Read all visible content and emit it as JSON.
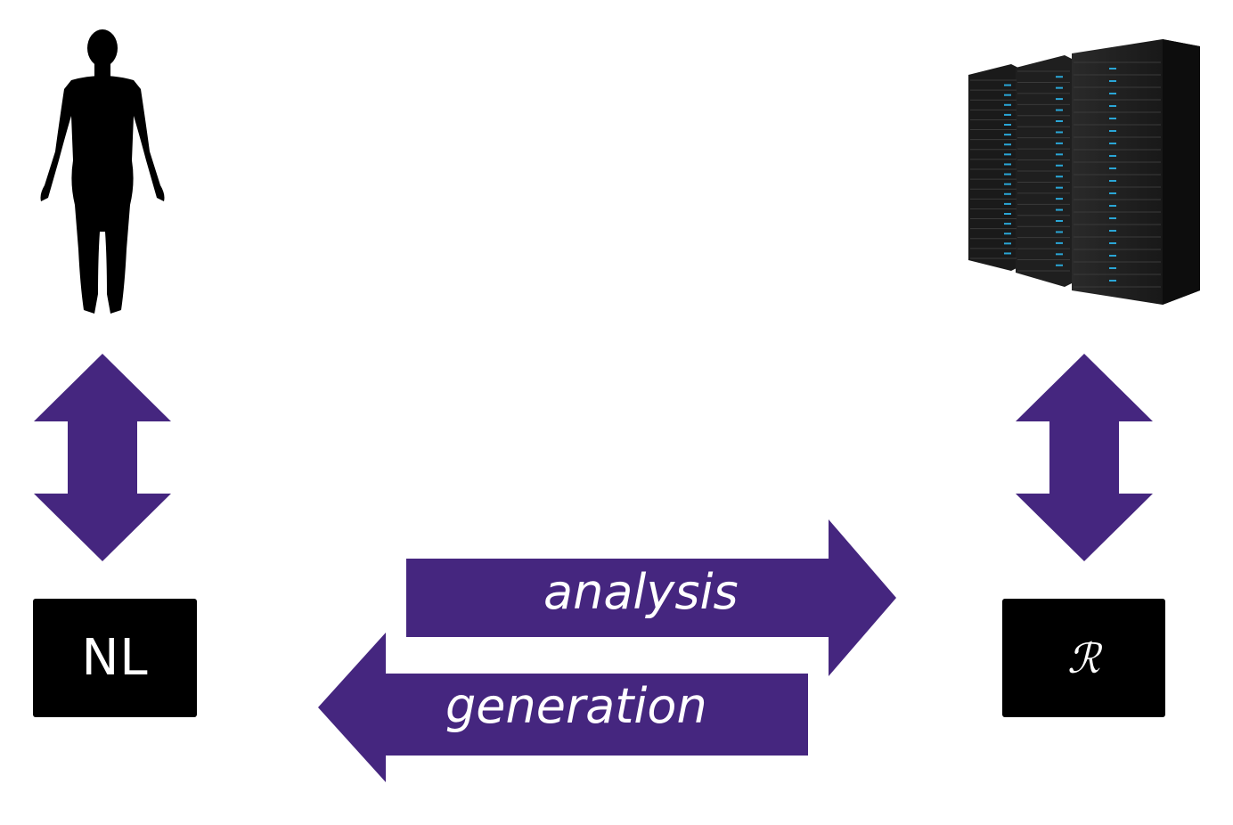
{
  "left_entity": {
    "icon": "human-silhouette-icon",
    "box_label": "NL"
  },
  "right_entity": {
    "icon": "server-rack-icon",
    "box_label": "ℛ"
  },
  "arrows": {
    "analysis_label": "analysis",
    "generation_label": "generation",
    "color": "#45267f"
  }
}
